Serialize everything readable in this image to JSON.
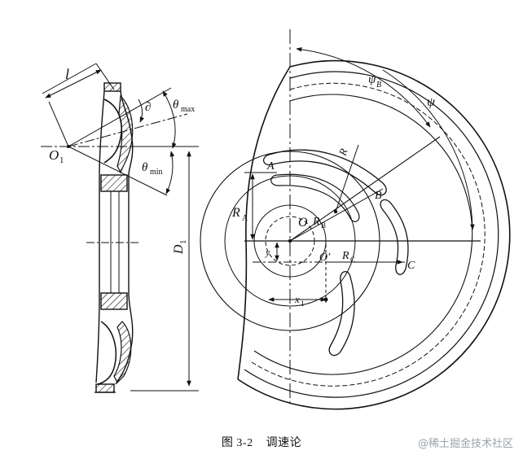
{
  "caption": {
    "number": "图 3-2",
    "title": "调速论"
  },
  "watermark": "@稀土掘金技术社区",
  "labels": {
    "l": "l",
    "delta": "∂",
    "theta_max": "θ",
    "theta_max_sub": "max",
    "theta_min": "θ",
    "theta_min_sub": "min",
    "o1": "O",
    "o1_sub": "1",
    "d1": "D",
    "d1_sub": "1",
    "psi_b": "ψ",
    "psi_b_sub": "B",
    "psi": "ψ",
    "a": "A",
    "b": "B",
    "c": "C",
    "r": "R",
    "ra": "R",
    "ra_sub": "A",
    "o": "O",
    "rb": "R",
    "rb_sub": "B",
    "o_prime": "O'",
    "rc": "R",
    "rc_sub": "C",
    "y": "y",
    "x1": "x",
    "x1_sub": "1"
  }
}
